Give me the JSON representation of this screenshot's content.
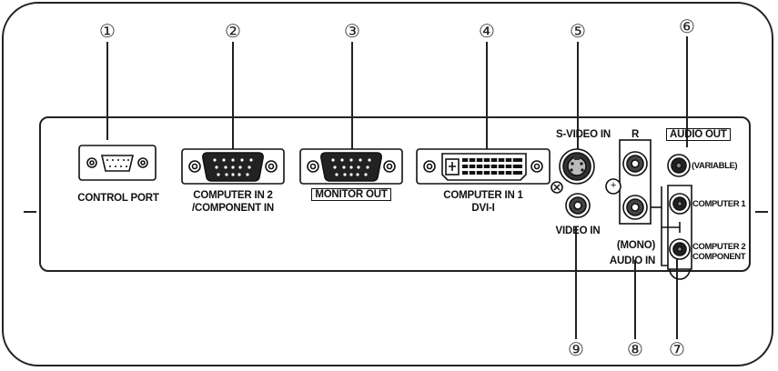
{
  "callouts": [
    "①",
    "②",
    "③",
    "④",
    "⑤",
    "⑥",
    "⑦",
    "⑧",
    "⑨"
  ],
  "labels": {
    "control_port": "CONTROL PORT",
    "computer_in2_line1": "COMPUTER IN 2",
    "computer_in2_line2": "/COMPONENT IN",
    "monitor_out": "MONITOR OUT",
    "computer_in1_line1": "COMPUTER IN 1",
    "computer_in1_line2": "DVI-I",
    "s_video_in": "S-VIDEO IN",
    "video_in": "VIDEO IN",
    "r": "R",
    "mono": "(MONO)",
    "audio_in": "AUDIO IN",
    "audio_out": "AUDIO OUT",
    "variable": "(VARIABLE)",
    "computer_1": "COMPUTER 1",
    "computer_2_line1": "COMPUTER 2",
    "computer_2_line2": "COMPONENT",
    "plus": "+"
  }
}
